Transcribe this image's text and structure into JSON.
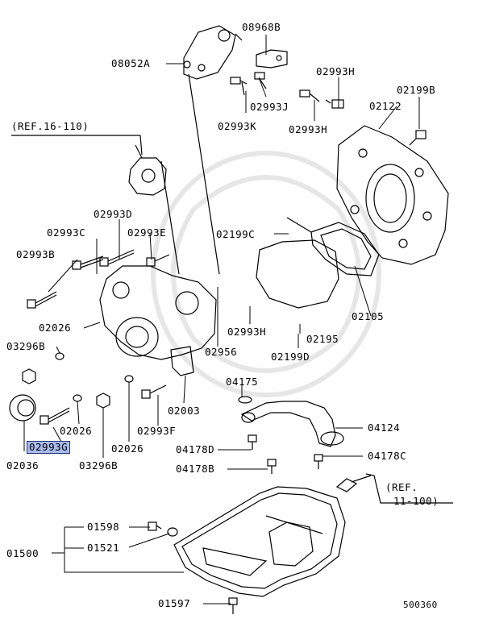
{
  "labels": {
    "p08968B": "08968B",
    "p08052A": "08052A",
    "p02993H_a": "02993H",
    "p02993J": "02993J",
    "p02199B_a": "02199B",
    "p02122": "02122",
    "p02993K": "02993K",
    "p02993H_b": "02993H",
    "ref16": "(REF.16-110)",
    "p02993D": "02993D",
    "p02993C": "02993C",
    "p02993E": "02993E",
    "p02199C": "02199C",
    "p02993B": "02993B",
    "p02105": "02105",
    "p02026_a": "02026",
    "p02993H_c": "02993H",
    "p02195": "02195",
    "p03296B_a": "03296B",
    "p02956": "02956",
    "p02199D": "02199D",
    "p04175": "04175",
    "p02003": "02003",
    "p02026_b": "02026",
    "p02993F": "02993F",
    "p04124": "04124",
    "p02993G": "02993G",
    "p02026_c": "02026",
    "p04178D": "04178D",
    "p04178C": "04178C",
    "p02036": "02036",
    "p03296B_b": "03296B",
    "p04178B": "04178B",
    "ref11_l1": "(REF.",
    "ref11_l2": "11-100)",
    "p01598": "01598",
    "p01521": "01521",
    "p01500": "01500",
    "p01597": "01597",
    "diagram_no": "500360"
  },
  "highlighted_part": "02993G",
  "highlight_color": "#aabbee",
  "icons": [
    "bolt-icon",
    "nut-icon",
    "washer-icon",
    "seal-icon",
    "gasket-icon",
    "oil-pan-icon"
  ]
}
